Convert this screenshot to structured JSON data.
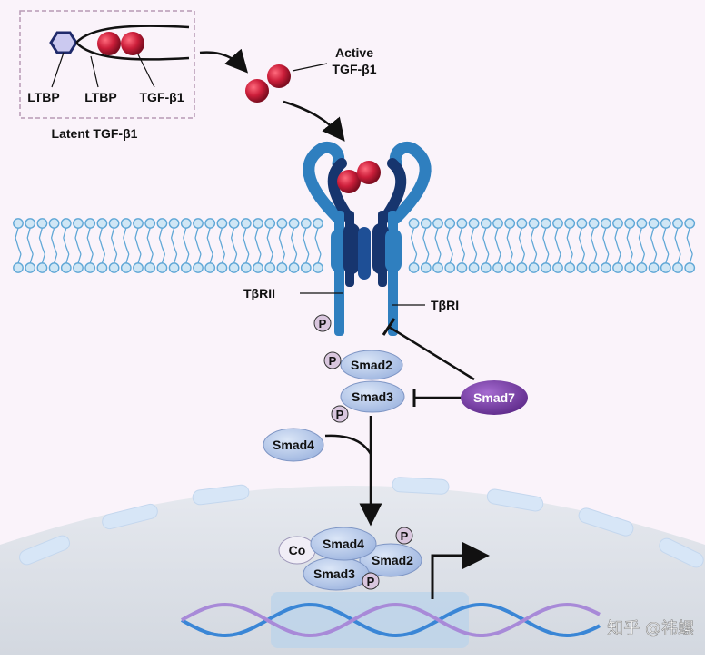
{
  "latent_box": {
    "ltbp_left": "LTBP",
    "ltbp_right": "LTBP",
    "tgf": "TGF-β1",
    "caption": "Latent TGF-β1"
  },
  "active": {
    "line1": "Active",
    "line2": "TGF-β1"
  },
  "receptors": {
    "type2": "TβRII",
    "type1": "TβRI"
  },
  "phospho": "P",
  "smads": {
    "smad2": "Smad2",
    "smad3": "Smad3",
    "smad4": "Smad4",
    "smad7": "Smad7"
  },
  "complex": {
    "co": "Co",
    "smad4": "Smad4",
    "smad2": "Smad2",
    "smad3": "Smad3"
  },
  "watermark": "知乎 @祎螺",
  "colors": {
    "background_tint": "#faf3fa",
    "ligand_red": "#cc1e3a",
    "receptor_dark": "#17356e",
    "receptor_light": "#2f7fbf",
    "smad_fill": "#b9cbea",
    "smad7_fill": "#7b3fa8",
    "phospho_fill": "#d9c6de",
    "membrane_blue": "#5fa7d6",
    "nucleus": "#dfe3ea",
    "dna_blue": "#3a86d6",
    "dna_purple": "#a88ad8"
  }
}
